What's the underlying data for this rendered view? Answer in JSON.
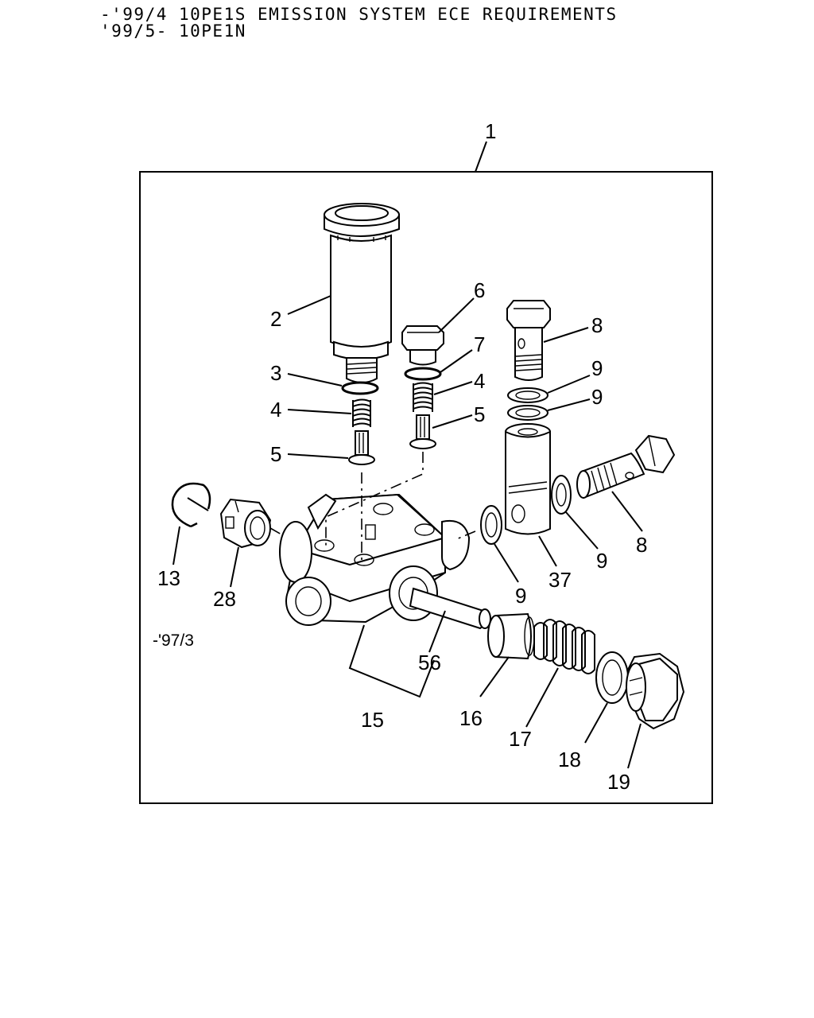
{
  "header": {
    "line1": "-'99/4 10PE1S EMISSION SYSTEM ECE REQUIREMENTS",
    "line2": "'99/5- 10PE1N"
  },
  "note": "-'97/3",
  "callouts": {
    "c1": "1",
    "c2": "2",
    "c3": "3",
    "c4a": "4",
    "c4b": "4",
    "c5a": "5",
    "c5b": "5",
    "c6": "6",
    "c7": "7",
    "c8a": "8",
    "c8b": "8",
    "c9a": "9",
    "c9b": "9",
    "c9c": "9",
    "c9d": "9",
    "c13": "13",
    "c15": "15",
    "c16": "16",
    "c17": "17",
    "c18": "18",
    "c19": "19",
    "c28": "28",
    "c37": "37",
    "c56": "56"
  }
}
